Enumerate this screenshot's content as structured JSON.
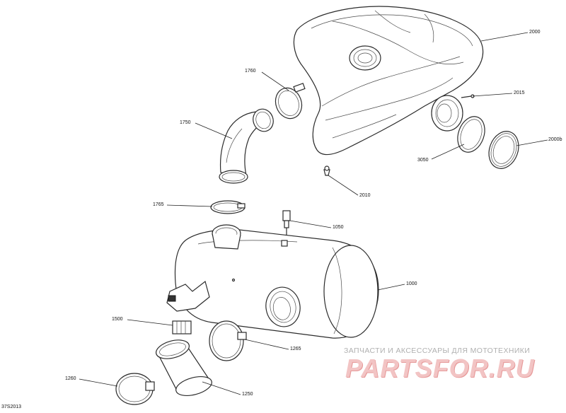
{
  "callouts": {
    "c2000": "2000",
    "c2015": "2015",
    "c1760": "1760",
    "c1750": "1750",
    "c3050": "3050",
    "c2000b": "2000b",
    "c2010": "2010",
    "c1765": "1765",
    "c1050": "1050",
    "c1000": "1000",
    "c1500": "1500",
    "c1265": "1265",
    "c1260": "1260",
    "c1250": "1250"
  },
  "figure_code": "37S2013",
  "watermark": {
    "tagline": "ЗАПЧАСТИ И АКСЕССУАРЫ ДЛЯ МОТОТЕХНИКИ",
    "logo": "PARTSFOR.RU"
  },
  "colors": {
    "line": "#2b2b2b",
    "watermark_text": "#b0b0b0",
    "watermark_logo": "#f2c4c4"
  }
}
